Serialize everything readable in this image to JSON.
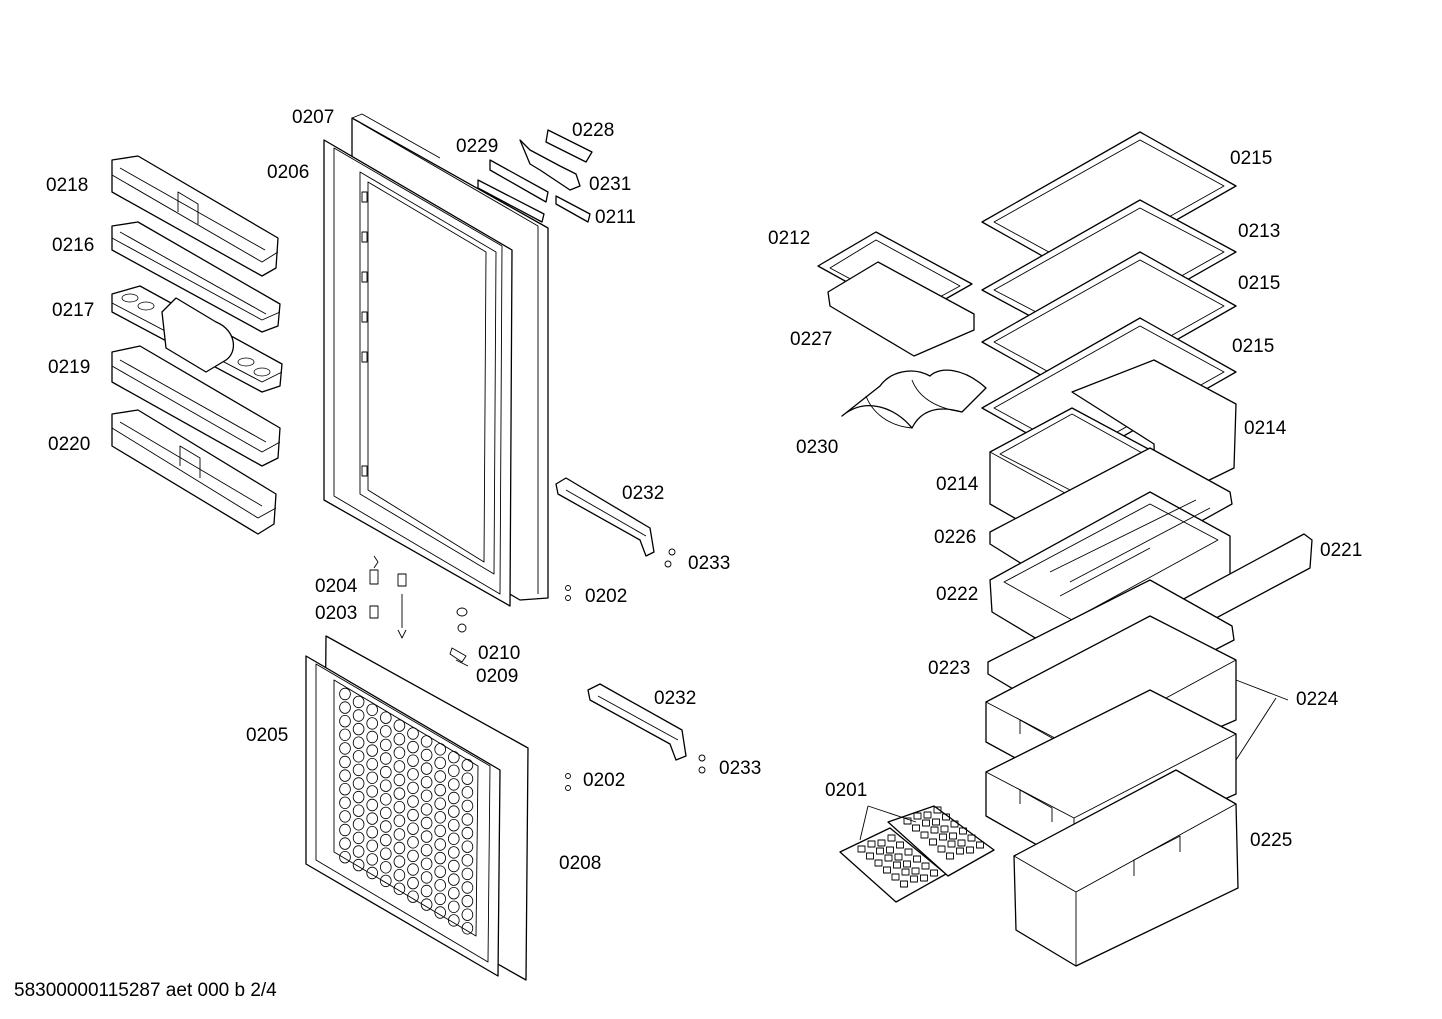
{
  "diagram": {
    "type": "exploded-parts-view",
    "footer_text": "58300000115287 aet 000 b 2/4",
    "part_labels": [
      "0207",
      "0206",
      "0229",
      "0228",
      "0231",
      "0211",
      "0218",
      "0216",
      "0217",
      "0219",
      "0220",
      "0212",
      "0227",
      "0230",
      "0215",
      "0213",
      "0215",
      "0215",
      "0214",
      "0214",
      "0226",
      "0222",
      "0221",
      "0223",
      "0224",
      "0225",
      "0201",
      "0232",
      "0233",
      "0202",
      "0204",
      "0203",
      "0210",
      "0209",
      "0205",
      "0232",
      "0233",
      "0202",
      "0208"
    ]
  }
}
